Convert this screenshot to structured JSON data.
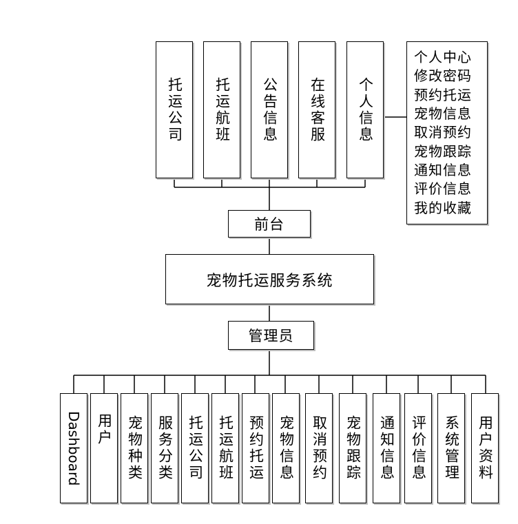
{
  "root": {
    "label": "宠物托运服务系统"
  },
  "frontend": {
    "label": "前台",
    "modules": [
      {
        "label": "托运公司"
      },
      {
        "label": "托运航班"
      },
      {
        "label": "公告信息"
      },
      {
        "label": "在线客服"
      },
      {
        "label": "个人信息"
      }
    ],
    "personal_items": [
      "个人中心",
      "修改密码",
      "预约托运",
      "宠物信息",
      "取消预约",
      "宠物跟踪",
      "通知信息",
      "评价信息",
      "我的收藏"
    ]
  },
  "admin": {
    "label": "管理员",
    "modules": [
      {
        "label": "Dashboard"
      },
      {
        "label": "用户"
      },
      {
        "label": "宠物种类"
      },
      {
        "label": "服务分类"
      },
      {
        "label": "托运公司"
      },
      {
        "label": "托运航班"
      },
      {
        "label": "预约托运"
      },
      {
        "label": "宠物信息"
      },
      {
        "label": "取消预约"
      },
      {
        "label": "宠物跟踪"
      },
      {
        "label": "通知信息"
      },
      {
        "label": "评价信息"
      },
      {
        "label": "系统管理"
      },
      {
        "label": "用户资料"
      }
    ]
  }
}
